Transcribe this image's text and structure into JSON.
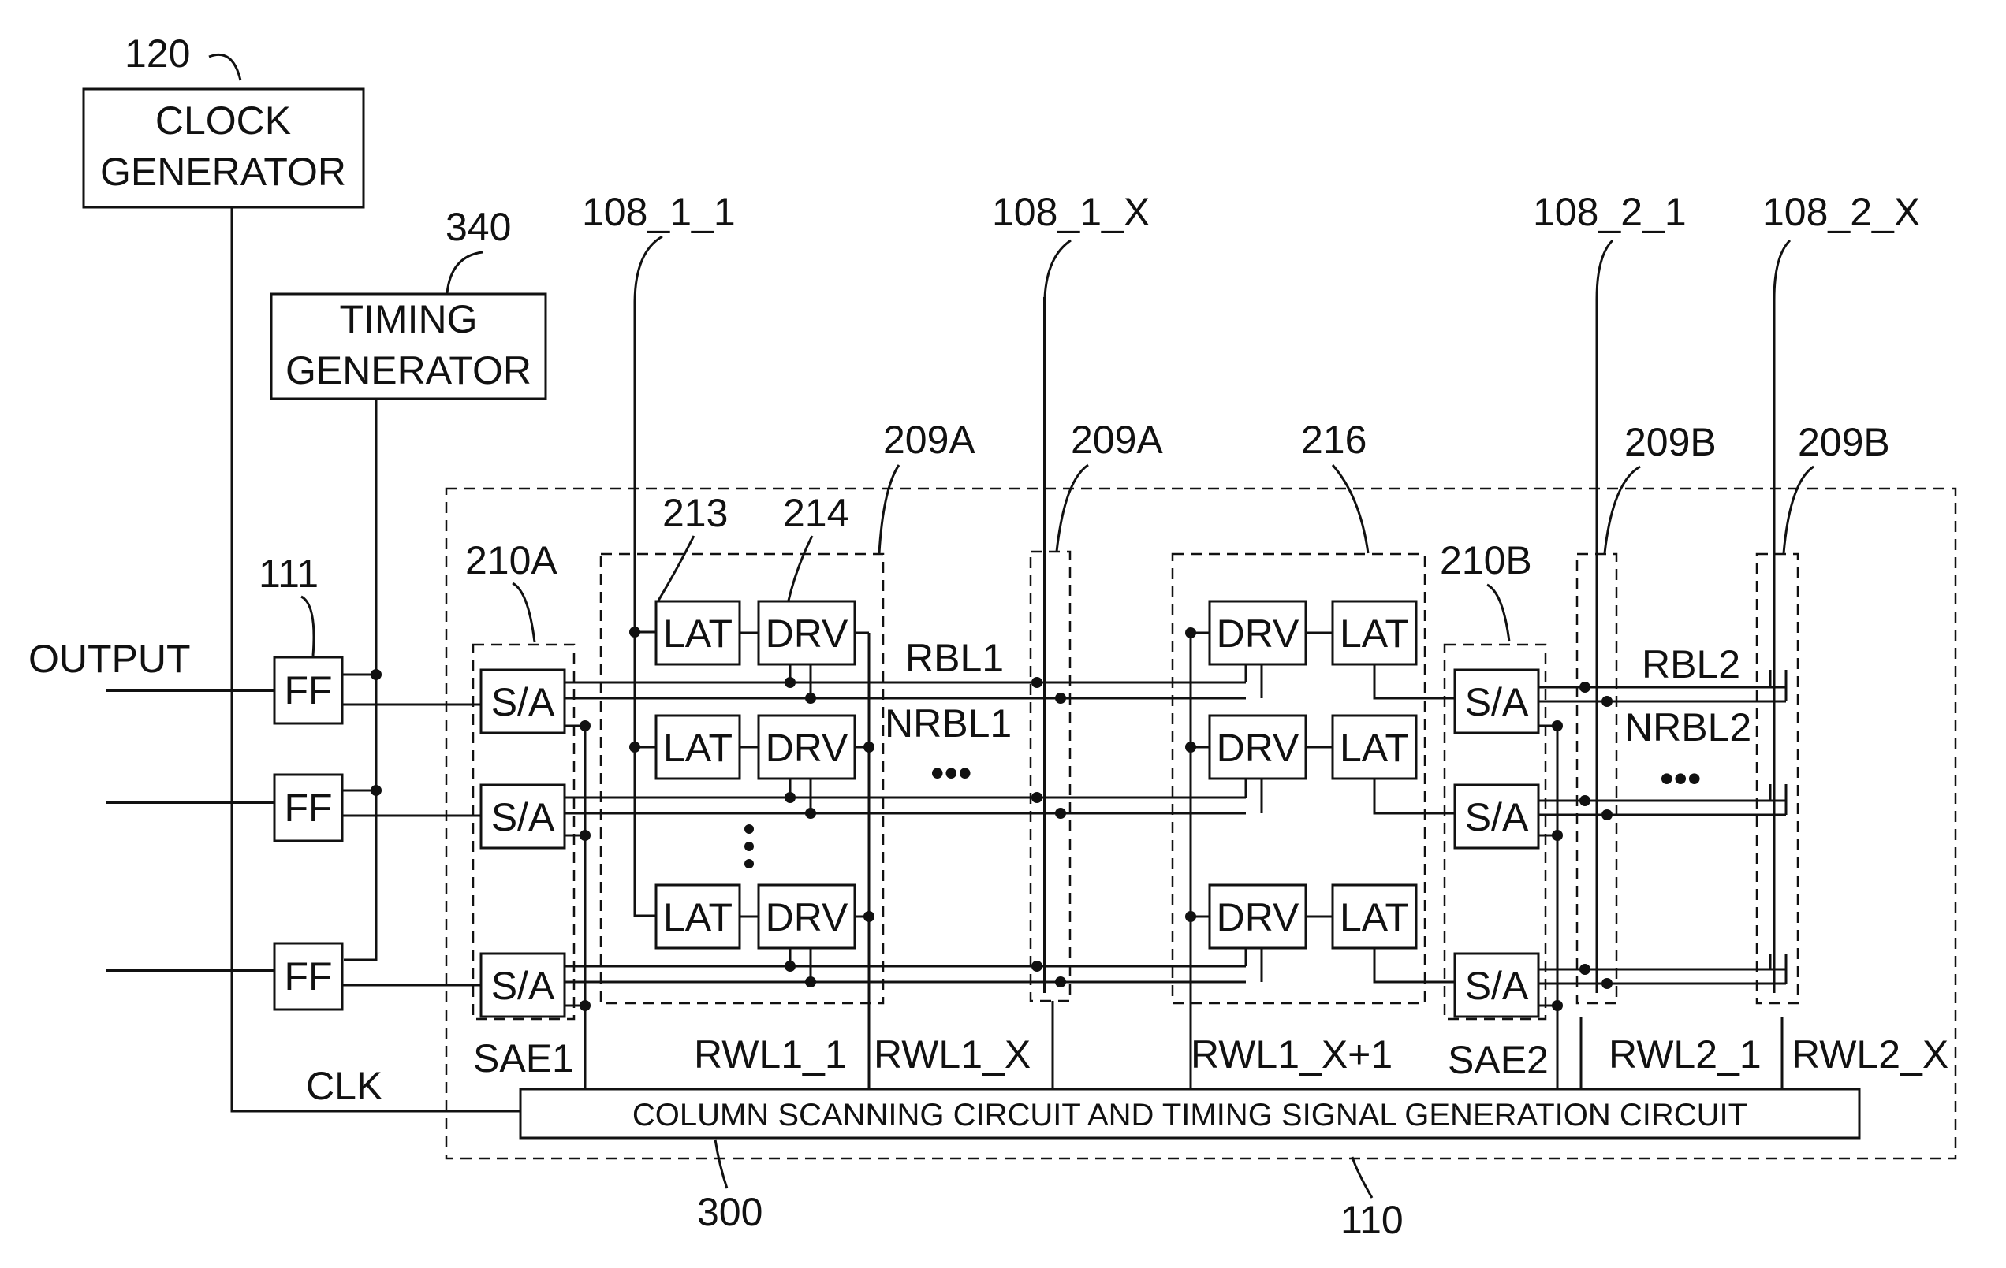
{
  "blocks": {
    "clock_generator": {
      "ref": "120",
      "line1": "CLOCK",
      "line2": "GENERATOR"
    },
    "timing_generator": {
      "ref": "340",
      "line1": "TIMING",
      "line2": "GENERATOR"
    },
    "flip_flop": {
      "ref": "111",
      "label": "FF"
    },
    "column_scan": {
      "ref": "300",
      "label": "COLUMN SCANNING CIRCUIT AND TIMING SIGNAL GENERATION CIRCUIT"
    },
    "read_circuit_ref": "110"
  },
  "signals": {
    "output": "OUTPUT",
    "clk": "CLK",
    "sae1": "SAE1",
    "sae2": "SAE2",
    "rwl1_1": "RWL1_1",
    "rwl1_x": "RWL1_X",
    "rwl1_x1": "RWL1_X+1",
    "rwl2_1": "RWL2_1",
    "rwl2_x": "RWL2_X",
    "rbl1": "RBL1",
    "nrbl1": "NRBL1",
    "rbl2": "RBL2",
    "nrbl2": "NRBL2"
  },
  "column_lines": {
    "c108_1_1": "108_1_1",
    "c108_1_x": "108_1_X",
    "c108_2_1": "108_2_1",
    "c108_2_x": "108_2_X"
  },
  "groups": {
    "g210a": "210A",
    "g210b": "210B",
    "g209a": "209A",
    "g209b": "209B",
    "g213": "213",
    "g214": "214",
    "g216": "216"
  },
  "cells": {
    "sa": "S/A",
    "lat": "LAT",
    "drv": "DRV",
    "ellipsis": "•••"
  }
}
